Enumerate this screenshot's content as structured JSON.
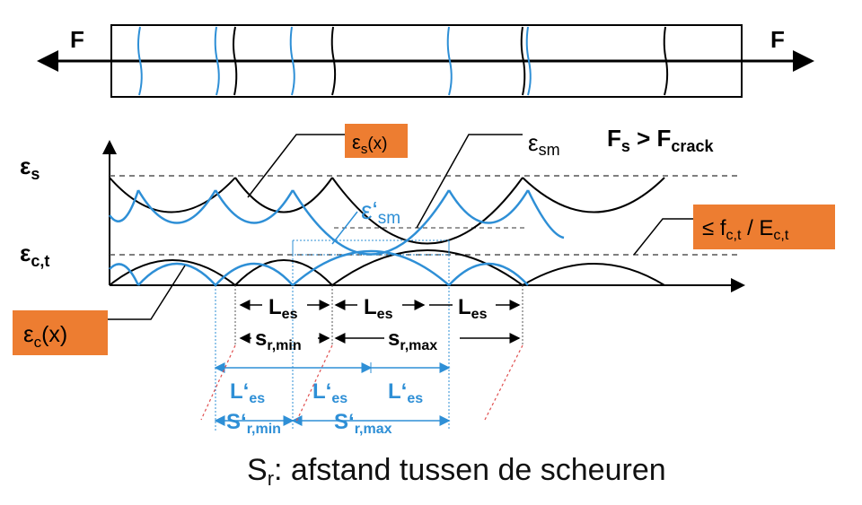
{
  "colors": {
    "black": "#000000",
    "blue": "#2e8fd6",
    "orange": "#ed7d31",
    "dashed_red": "#e05050",
    "grey_dash": "#555555"
  },
  "force_labels": {
    "left": "F",
    "right": "F"
  },
  "condition": {
    "main": "F",
    "main_sub": "s",
    "op": " > F",
    "op_sub": "crack"
  },
  "y_labels": {
    "eps_s": "ε",
    "eps_s_sub": "s",
    "eps_ct": "ε",
    "eps_ct_sub": "c,t"
  },
  "boxes": {
    "eps_s_x": {
      "main": "ε",
      "sub": "s",
      "tail": "(x)"
    },
    "eps_c_x": {
      "main": "ε",
      "sub": "c",
      "tail": "(x)"
    },
    "fct": {
      "a": "≤ f",
      "a_sub": "c,t",
      "b": " / E",
      "b_sub": "c,t"
    }
  },
  "annotations": {
    "eps_sm": {
      "main": "ε",
      "sub": "sm"
    },
    "eps_sm_prime": {
      "main": "ε‘",
      "sub": "sm"
    }
  },
  "black_dims": {
    "les": {
      "main": "L",
      "sub": "es"
    },
    "sr_min": {
      "main": "s",
      "sub": "r,min"
    },
    "sr_max": {
      "main": "s",
      "sub": "r,max"
    }
  },
  "blue_dims": {
    "les_prime": {
      "main": "L‘",
      "sub": "es"
    },
    "sr_min_prime": {
      "main": "S‘",
      "sub": "r,min"
    },
    "sr_max_prime": {
      "main": "S‘",
      "sub": "r,max"
    }
  },
  "caption": {
    "main": "S",
    "sub": "r",
    "rest": ": afstand tussen de scheuren"
  }
}
